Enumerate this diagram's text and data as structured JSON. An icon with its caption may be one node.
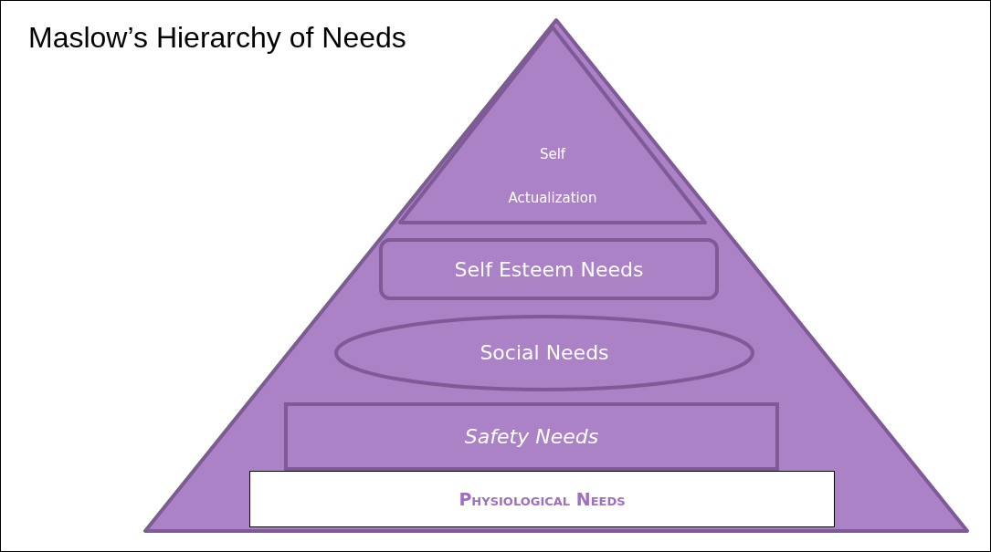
{
  "diagram": {
    "title": "Maslow’s Hierarchy of Needs",
    "nodes": [
      {
        "text": [],
        "shape": "triangle"
      },
      {
        "text": [
          "Self Actualization"
        ],
        "in": 0
      },
      {
        "text": [
          "Self Esteem Needs"
        ],
        "in": 0
      },
      {
        "text": [
          "Social Needs"
        ],
        "in": 0
      },
      {
        "text": [
          "Safety Needs"
        ],
        "in": 0
      },
      {
        "text": [
          "Physiological Needs"
        ],
        "in": 0
      }
    ]
  }
}
